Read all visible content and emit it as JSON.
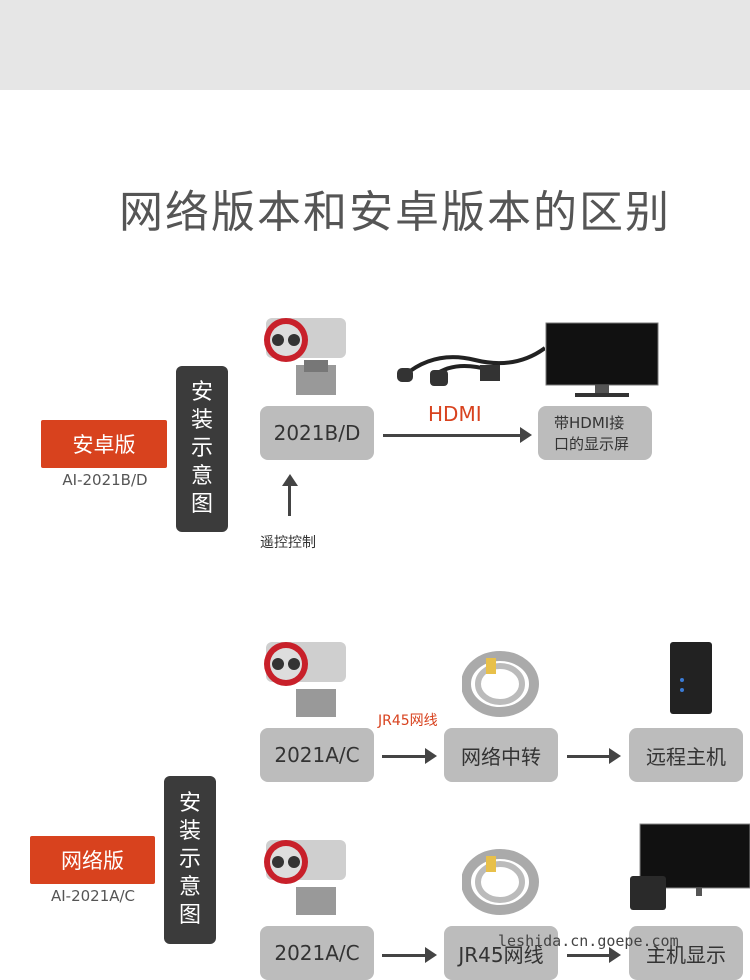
{
  "title": "网络版本和安卓版本的区别",
  "android": {
    "label": "安卓版",
    "model": "AI-2021B/D",
    "install": [
      "安",
      "装",
      "示",
      "意",
      "图"
    ],
    "device": "2021B/D",
    "link": "HDMI",
    "display": "带HDMI接口的显示屏",
    "remote": "遥控控制"
  },
  "network": {
    "label": "网络版",
    "model": "AI-2021A/C",
    "install": [
      "安",
      "装",
      "示",
      "意",
      "图"
    ],
    "cable_label": "JR45网线",
    "row1": [
      "2021A/C",
      "网络中转",
      "远程主机"
    ],
    "row2": [
      "2021A/C",
      "JR45网线",
      "主机显示"
    ]
  },
  "watermark": "leshida.cn.goepe.com",
  "colors": {
    "accent": "#d8421e",
    "dark": "#3b3b3b",
    "box": "#bcbcbc"
  }
}
